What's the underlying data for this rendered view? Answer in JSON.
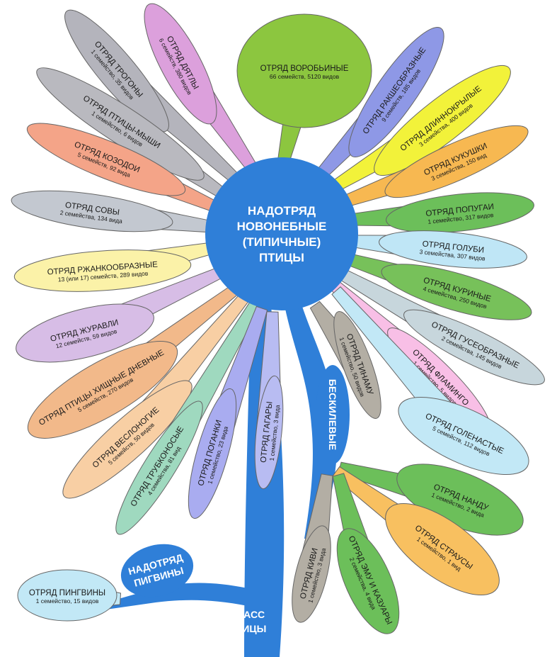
{
  "hub": {
    "lines": [
      "НАДОТРЯД",
      "НОВОНЕБНЫЕ",
      "(ТИПИЧНЫЕ)",
      "ПТИЦЫ"
    ],
    "color": "#2f7fd8"
  },
  "ratites": {
    "label": "БЕСКИЛЕВЫЕ"
  },
  "penguins_super": {
    "lines": [
      "НАДОТРЯД",
      "ПИГВИНЫ"
    ]
  },
  "class": {
    "lines": [
      "КЛАСС",
      "ПТИЦЫ"
    ]
  },
  "orders": [
    {
      "id": "vorobinye",
      "label": "ОТРЯД ВОРОБЬИНЫЕ",
      "sub": "66 семейств, 5120 видов",
      "color": "#8cc63f"
    },
    {
      "id": "trogony",
      "label": "ОТРЯД ТРОГОНЫ",
      "sub": "1 семейство, 35 видов",
      "color": "#b4b4bc"
    },
    {
      "id": "dyatly",
      "label": "ОТРЯД ДЯТЛЫ",
      "sub": "6 семейств, 380 видов",
      "color": "#dca0dc"
    },
    {
      "id": "myshi",
      "label": "ОТРЯД ПТИЦЫ-МЫШИ",
      "sub": "1 семейство, 6 видов",
      "color": "#b9b9bf"
    },
    {
      "id": "kozodoi",
      "label": "ОТРЯД КОЗОДОИ",
      "sub": "5 семейств, 92 вида",
      "color": "#f4a488"
    },
    {
      "id": "sovy",
      "label": "ОТРЯД СОВЫ",
      "sub": "2 семейства, 134 вида",
      "color": "#c3c8d0"
    },
    {
      "id": "rzhank",
      "label": "ОТРЯД РЖАНКООБРАЗНЫЕ",
      "sub": "13 (или 17) семейств, 289 видов",
      "color": "#fbf2a8"
    },
    {
      "id": "zhuravli",
      "label": "ОТРЯД ЖУРАВЛИ",
      "sub": "12 семейств, 59 видов",
      "color": "#d7bde6"
    },
    {
      "id": "khishnye",
      "label": "ОТРЯД ПТИЦЫ ХИЩНЫЕ ДНЕВНЫЕ",
      "sub": "5 семейств, 270 видов",
      "color": "#f2b98a"
    },
    {
      "id": "veslo",
      "label": "ОТРЯД ВЕСЛОНОГИЕ",
      "sub": "5 семейств, 50 видов",
      "color": "#f8cfa4"
    },
    {
      "id": "trubko",
      "label": "ОТРЯД ТРУБКОНОСЫЕ",
      "sub": "4 семейства, 81 вид",
      "color": "#9fd9bf"
    },
    {
      "id": "poganki",
      "label": "ОТРЯД ПОГАНКИ",
      "sub": "1 семейство, 23 вида",
      "color": "#a9acf0"
    },
    {
      "id": "gagary",
      "label": "ОТРЯД ГАГАРЫ",
      "sub": "1 семейство, 3 вида",
      "color": "#b8bcf2"
    },
    {
      "id": "raksho",
      "label": "ОТРЯД РАКШЕОБРАЗНЫЕ",
      "sub": "9 семейств, 185 видов",
      "color": "#8e98e6"
    },
    {
      "id": "dlinno",
      "label": "ОТРЯД ДЛИННОКРЫЛЫЕ",
      "sub": "3 семейства, 400 видов",
      "color": "#f2f23a"
    },
    {
      "id": "kukushki",
      "label": "ОТРЯД КУКУШКИ",
      "sub": "3 семейства, 150 вид",
      "color": "#f7b851"
    },
    {
      "id": "popugai",
      "label": "ОТРЯД ПОПУГАИ",
      "sub": "1 семейство, 317 видов",
      "color": "#6cbf5a"
    },
    {
      "id": "golubi",
      "label": "ОТРЯД ГОЛУБИ",
      "sub": "3 семейства, 307 видов",
      "color": "#bfe6f6"
    },
    {
      "id": "kurinye",
      "label": "ОТРЯД КУРИНЫЕ",
      "sub": "4 семейства, 250 видов",
      "color": "#77c15a"
    },
    {
      "id": "guse",
      "label": "ОТРЯД ГУСЕОБРАЗНЫЕ",
      "sub": "2 семейства, 145 видов",
      "color": "#c7d6dc"
    },
    {
      "id": "flamingo",
      "label": "ОТРЯД ФЛАМИНГО",
      "sub": "1 семейство, 5 видов",
      "color": "#f8bfe6"
    },
    {
      "id": "golen",
      "label": "ОТРЯД ГОЛЕНАСТЫЕ",
      "sub": "5 семейств, 112 видов",
      "color": "#c2e8f6"
    },
    {
      "id": "tinamu",
      "label": "ОТРЯД ТИНАМУ",
      "sub": "1 семейство, 50 видов",
      "color": "#b3aea4"
    },
    {
      "id": "nandu",
      "label": "ОТРЯД НАНДУ",
      "sub": "1 семейство, 2 вида",
      "color": "#6cbf5a"
    },
    {
      "id": "strausy",
      "label": "ОТРЯД СТРАУСЫ",
      "sub": "1 семейство, 1 вид",
      "color": "#f8c060"
    },
    {
      "id": "kivi",
      "label": "ОТРЯД КИВИ",
      "sub": "1 семейство, 3 вида",
      "color": "#b3aea4"
    },
    {
      "id": "emu",
      "label": "ОТРЯД ЭМУ И КАЗУАРЫ",
      "sub": "2 семейства, 4 вида",
      "color": "#6cbf5a"
    },
    {
      "id": "pingviny",
      "label": "ОТРЯД ПИНГВИНЫ",
      "sub": "1 семейство, 15 видов",
      "color": "#c2e8f6"
    }
  ]
}
